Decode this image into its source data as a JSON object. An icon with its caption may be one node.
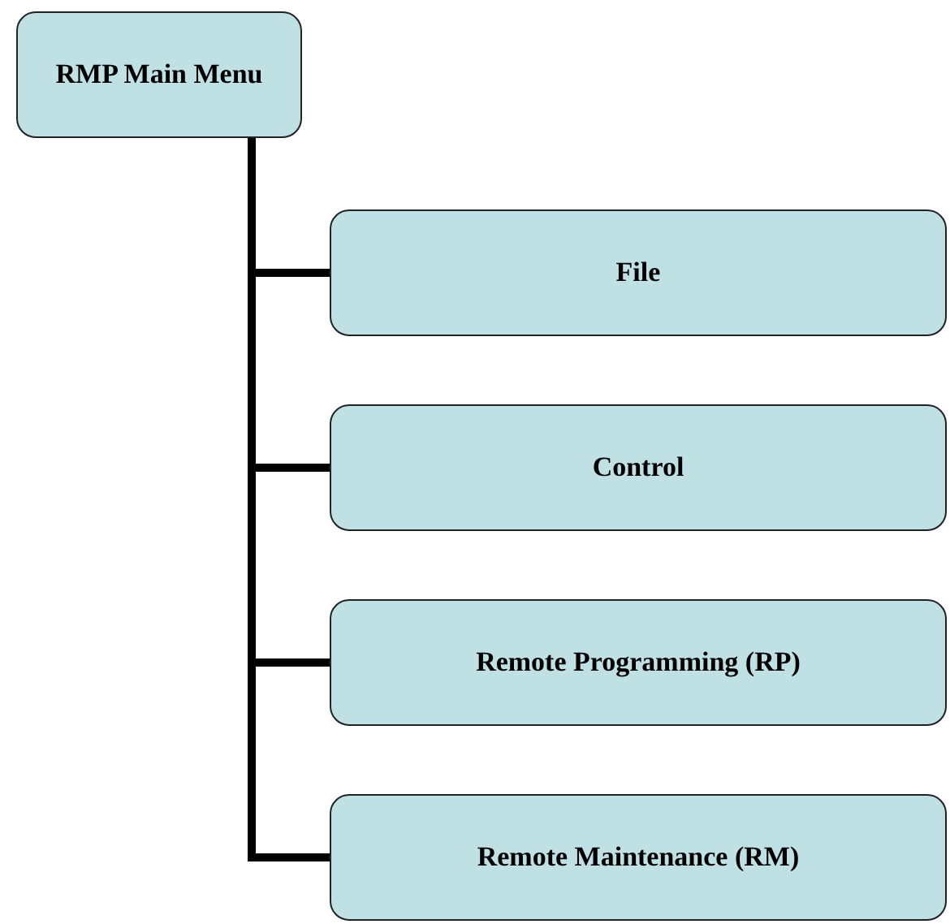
{
  "diagram": {
    "nodes": [
      {
        "text": [
          "RMP Main Menu"
        ]
      },
      {
        "text": [
          "File"
        ]
      },
      {
        "text": [
          "Control"
        ]
      },
      {
        "text": [
          "Remote Programming (RP)"
        ]
      },
      {
        "text": [
          "Remote Maintenance (RM)"
        ]
      }
    ],
    "edges": [
      {
        "from": 0,
        "to": 1,
        "arrow": "none"
      },
      {
        "from": 0,
        "to": 2,
        "arrow": "none"
      },
      {
        "from": 0,
        "to": 3,
        "arrow": "none"
      },
      {
        "from": 0,
        "to": 4,
        "arrow": "none"
      }
    ]
  }
}
